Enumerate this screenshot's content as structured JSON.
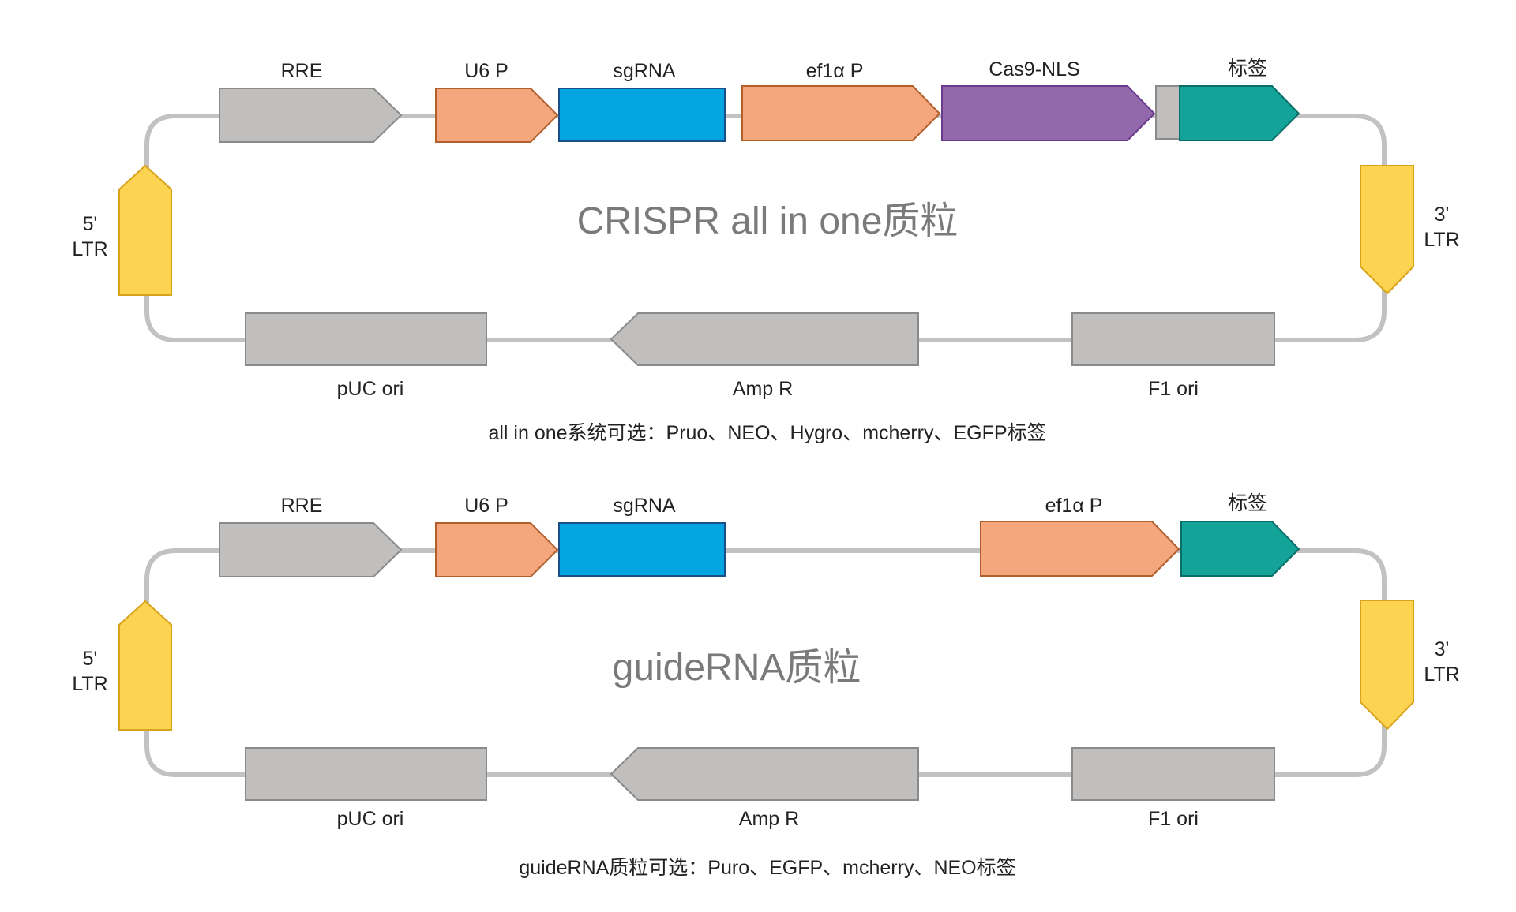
{
  "colors": {
    "backbone": "#c2c2c2",
    "grey_feature": "#c0bfbe",
    "grey_stroke": "#8a8a8a",
    "orange": "#f4a67c",
    "orange_stroke": "#b35f2c",
    "blue": "#03a5e1",
    "blue_stroke": "#1a4f8a",
    "purple": "#9269ab",
    "purple_stroke": "#6b3a8c",
    "teal": "#13a398",
    "teal_stroke": "#0a6e68",
    "yellow": "#fcd451",
    "yellow_stroke": "#d9a21b",
    "title_text": "#7a7a7a"
  },
  "plasmids": [
    {
      "title": "CRISPR all in one质粒",
      "footer": "all in one系统可选：Pruo、NEO、Hygro、mcherry、EGFP标签",
      "top_features": [
        {
          "label": "RRE",
          "kind": "grey"
        },
        {
          "label": "U6 P",
          "kind": "orange"
        },
        {
          "label": "sgRNA",
          "kind": "blue"
        },
        {
          "label": "ef1α P",
          "kind": "orange"
        },
        {
          "label": "Cas9-NLS",
          "kind": "purple"
        },
        {
          "label": "标签",
          "kind": "teal"
        }
      ],
      "left_ltr": {
        "line1": "5'",
        "line2": "LTR"
      },
      "right_ltr": {
        "line1": "3'",
        "line2": "LTR"
      },
      "bottom_features": [
        {
          "label": "pUC ori"
        },
        {
          "label": "Amp R"
        },
        {
          "label": "F1 ori"
        }
      ]
    },
    {
      "title": "guideRNA质粒",
      "footer": "guideRNA质粒可选：Puro、EGFP、mcherry、NEO标签",
      "top_features": [
        {
          "label": "RRE",
          "kind": "grey"
        },
        {
          "label": "U6 P",
          "kind": "orange"
        },
        {
          "label": "sgRNA",
          "kind": "blue"
        },
        {
          "label": "ef1α P",
          "kind": "orange"
        },
        {
          "label": "标签",
          "kind": "teal"
        }
      ],
      "left_ltr": {
        "line1": "5'",
        "line2": "LTR"
      },
      "right_ltr": {
        "line1": "3'",
        "line2": "LTR"
      },
      "bottom_features": [
        {
          "label": "pUC ori"
        },
        {
          "label": "Amp R"
        },
        {
          "label": "F1 ori"
        }
      ]
    }
  ]
}
